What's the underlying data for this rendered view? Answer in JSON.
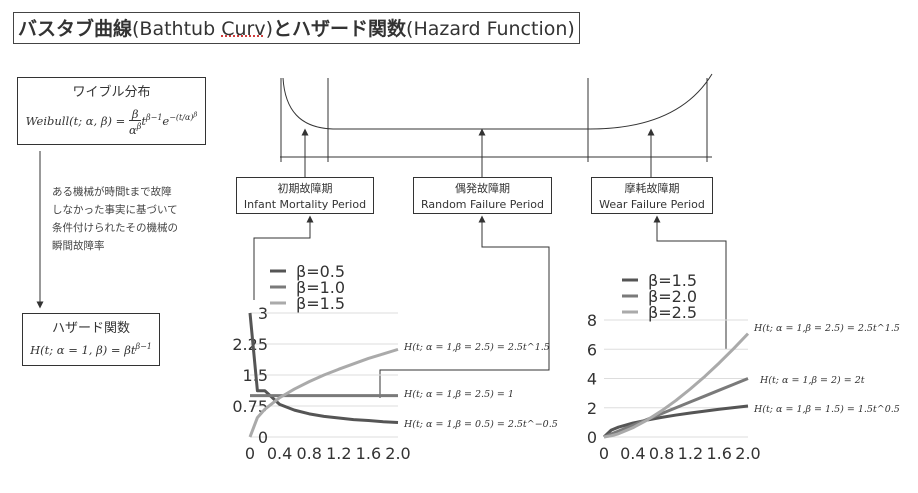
{
  "title": {
    "bold": "バスタブ曲線",
    "paren1": "(Bathtub ",
    "curv": "Curv",
    "paren1_end": ")",
    "conj": "と",
    "bold2": "ハザード関数",
    "paren2": "(Hazard Function)"
  },
  "weibull": {
    "heading": "ワイブル分布",
    "formula": "Weibull(t; α, β) = β/α^β t^(β−1) e^−(t/α)^β"
  },
  "note": [
    "ある機械が時間tまで故障",
    "しなかった事実に基づいて",
    "条件付けられたその機械の",
    "瞬間故障率"
  ],
  "hazard": {
    "heading": "ハザード関数",
    "formula": "H(t; α = 1, β) = βt^(β−1)"
  },
  "periods": [
    {
      "jp": "初期故障期",
      "en": "Infant Mortality Period"
    },
    {
      "jp": "偶発故障期",
      "en": "Random Failure Period"
    },
    {
      "jp": "摩耗故障期",
      "en": "Wear Failure Period"
    }
  ],
  "chart_data": [
    {
      "type": "line",
      "x": [
        0,
        0.1,
        0.2,
        0.4,
        0.6,
        0.8,
        1.0,
        1.2,
        1.4,
        1.6,
        1.8,
        2.0
      ],
      "xticks": [
        "0",
        "0.4",
        "0.8",
        "1.2",
        "1.6",
        "2.0"
      ],
      "yticks": [
        "0",
        "0.75",
        "1.5",
        "2.25",
        "3"
      ],
      "ylim": [
        0,
        3
      ],
      "series": [
        {
          "name": "β=0.5",
          "color": "#555555",
          "values": [
            3,
            1.12,
            1.12,
            0.79,
            0.65,
            0.56,
            0.5,
            0.46,
            0.42,
            0.4,
            0.37,
            0.35
          ]
        },
        {
          "name": "β=1.0",
          "color": "#7a7a7a",
          "values": [
            1,
            1,
            1,
            1,
            1,
            1,
            1,
            1,
            1,
            1,
            1,
            1
          ]
        },
        {
          "name": "β=1.5",
          "color": "#aaaaaa",
          "values": [
            0,
            0.47,
            0.67,
            0.95,
            1.16,
            1.34,
            1.5,
            1.64,
            1.77,
            1.9,
            2.01,
            2.12
          ]
        }
      ],
      "annotations": [
        "H(t; α = 1,β = 2.5) = 2.5t^1.5",
        "H(t; α = 1,β = 2.5) = 1",
        "H(t; α = 1,β = 0.5) = 2.5t^−0.5"
      ]
    },
    {
      "type": "line",
      "x": [
        0,
        0.1,
        0.2,
        0.4,
        0.6,
        0.8,
        1.0,
        1.2,
        1.4,
        1.6,
        1.8,
        2.0
      ],
      "xticks": [
        "0",
        "0.4",
        "0.8",
        "1.2",
        "1.6",
        "2.0"
      ],
      "yticks": [
        "0",
        "2",
        "4",
        "6",
        "8"
      ],
      "ylim": [
        0,
        8
      ],
      "series": [
        {
          "name": "β=1.5",
          "color": "#555555",
          "values": [
            0,
            0.47,
            0.67,
            0.95,
            1.16,
            1.34,
            1.5,
            1.64,
            1.77,
            1.9,
            2.01,
            2.12
          ]
        },
        {
          "name": "β=2.0",
          "color": "#7a7a7a",
          "values": [
            0,
            0.2,
            0.4,
            0.8,
            1.2,
            1.6,
            2.0,
            2.4,
            2.8,
            3.2,
            3.6,
            4.0
          ]
        },
        {
          "name": "β=2.5",
          "color": "#aaaaaa",
          "values": [
            0,
            0.08,
            0.22,
            0.63,
            1.16,
            1.79,
            2.5,
            3.29,
            4.14,
            5.06,
            6.04,
            7.07
          ]
        }
      ],
      "annotations": [
        "H(t; α = 1,β = 2.5) = 2.5t^1.5",
        "H(t; α = 1,β = 2) = 2t",
        "H(t; α = 1,β = 1.5) = 1.5t^0.5"
      ]
    }
  ]
}
